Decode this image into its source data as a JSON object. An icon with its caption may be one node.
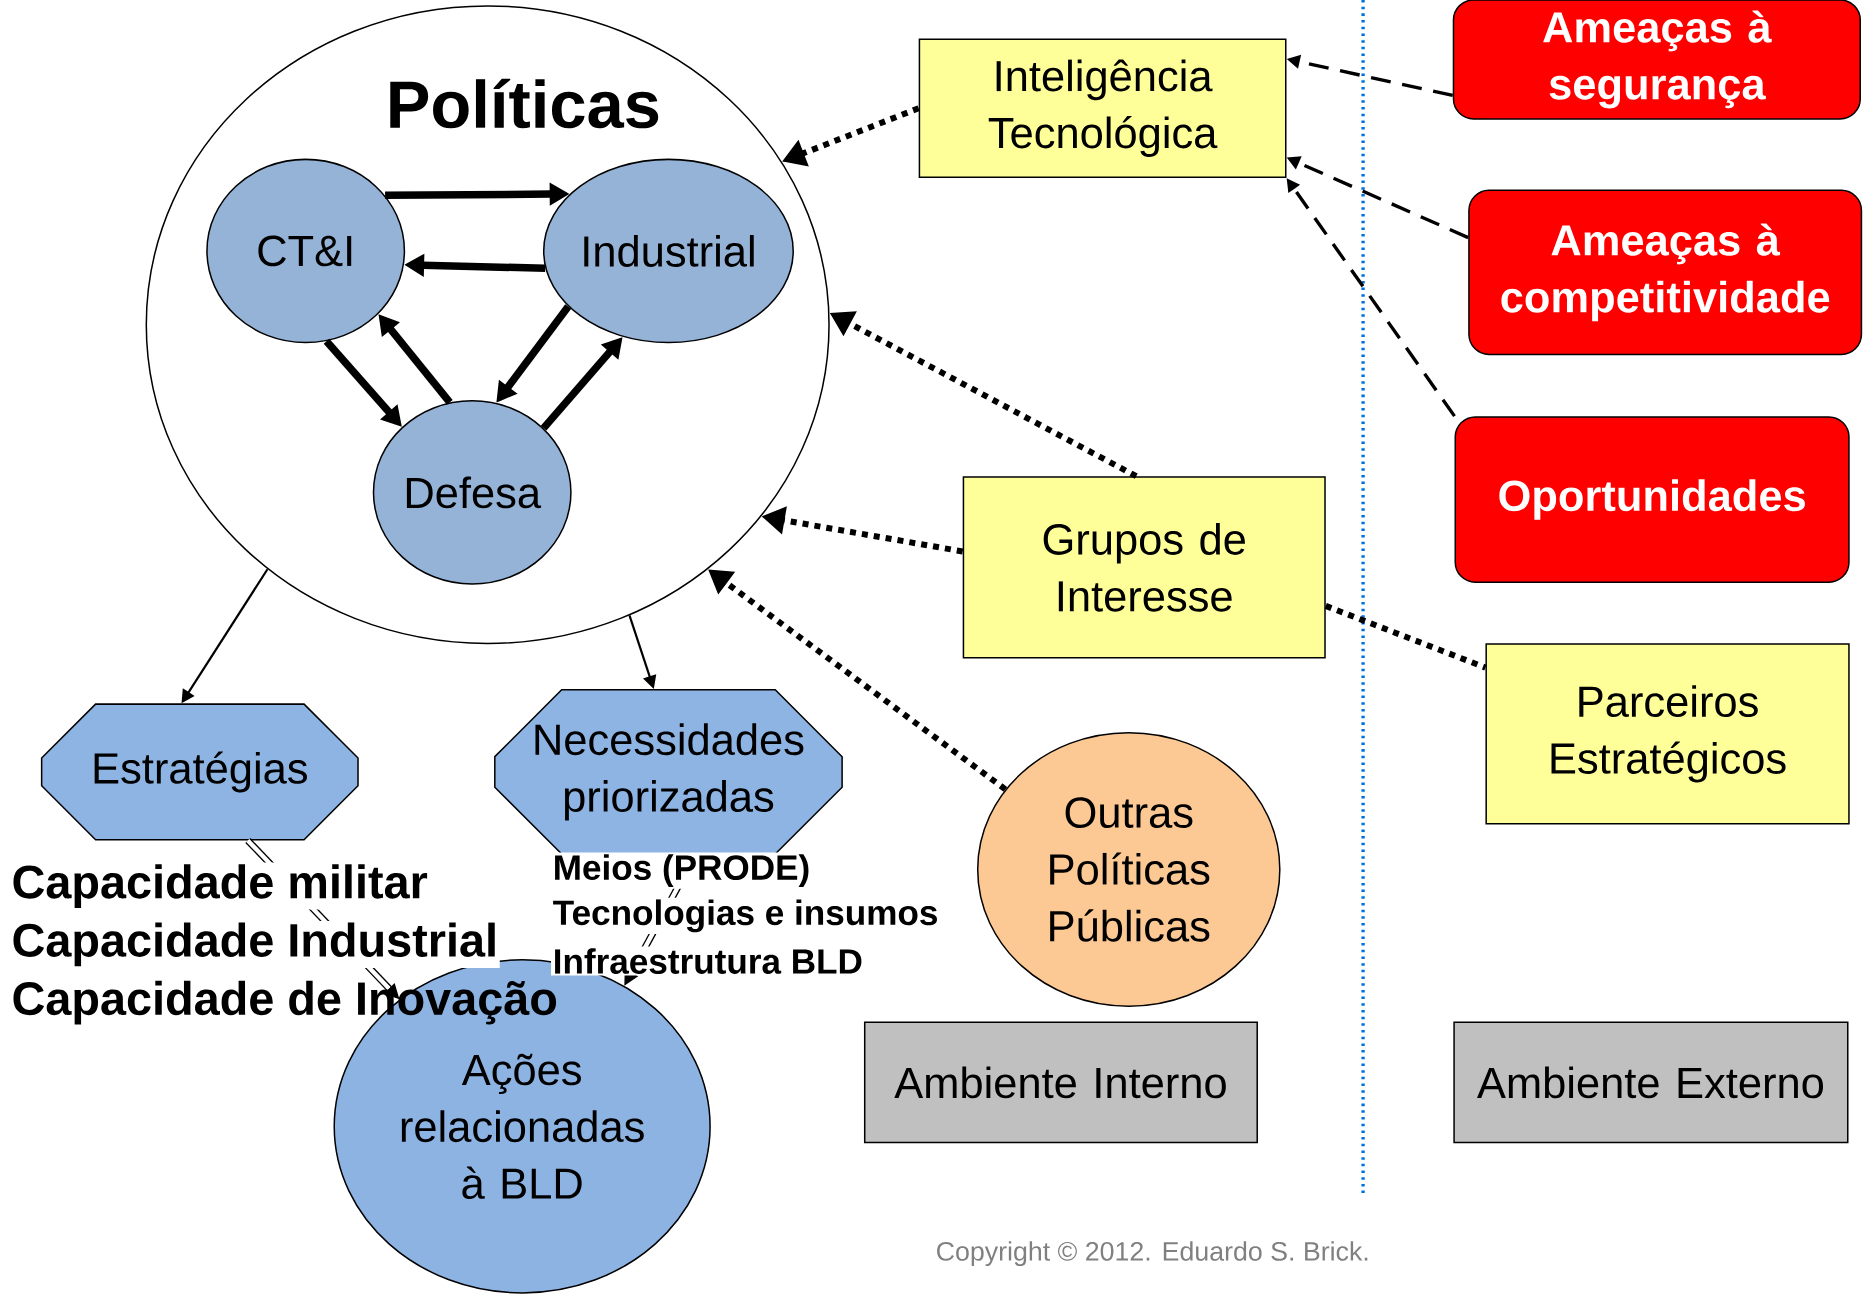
{
  "diagram": {
    "nodes": [
      {
        "text": [
          "Políticas"
        ]
      },
      {
        "text": [
          "CT&I"
        ],
        "in": 0
      },
      {
        "text": [
          "Industrial"
        ],
        "in": 0
      },
      {
        "text": [
          "Defesa"
        ],
        "in": 0
      },
      {
        "text": [
          "Inteligência Tecnológica"
        ]
      },
      {
        "text": [
          "Ameaças à segurança"
        ]
      },
      {
        "text": [
          "Ameaças à competitividade"
        ]
      },
      {
        "text": [
          "Oportunidades"
        ]
      },
      {
        "text": [
          "Grupos de Interesse"
        ]
      },
      {
        "text": [
          "Parceiros Estratégicos"
        ]
      },
      {
        "text": [
          "Outras Políticas Públicas"
        ]
      },
      {
        "text": [
          "Estratégias"
        ]
      },
      {
        "text": [
          "Necessidades priorizadas"
        ]
      },
      {
        "text": [
          "Ações relacionadas à BLD"
        ]
      },
      {
        "text": [
          "Ambiente Interno"
        ]
      },
      {
        "text": [
          "Ambiente Externo"
        ]
      }
    ],
    "edges": [
      {
        "from": 1,
        "to": 2,
        "arrow": "to"
      },
      {
        "from": 2,
        "to": 1,
        "arrow": "to"
      },
      {
        "from": 1,
        "to": 3,
        "arrow": "to"
      },
      {
        "from": 3,
        "to": 1,
        "arrow": "to"
      },
      {
        "from": 2,
        "to": 3,
        "arrow": "to"
      },
      {
        "from": 3,
        "to": 2,
        "arrow": "to"
      },
      {
        "from": 4,
        "to": 0,
        "arrow": "to",
        "style": "dashed"
      },
      {
        "from": 5,
        "to": 4,
        "arrow": "to",
        "style": "dashed"
      },
      {
        "from": 6,
        "to": 4,
        "arrow": "to",
        "style": "dashed"
      },
      {
        "from": 7,
        "to": 4,
        "arrow": "to",
        "style": "dashed"
      },
      {
        "from": 8,
        "to": 0,
        "arrow": "to",
        "style": "dashed"
      },
      {
        "from": 8,
        "to": 0,
        "arrow": "to",
        "style": "dashed"
      },
      {
        "from": 8,
        "to": 9,
        "arrow": "none",
        "style": "dashed"
      },
      {
        "from": 10,
        "to": 0,
        "arrow": "to",
        "style": "dashed"
      },
      {
        "from": 0,
        "to": 11,
        "arrow": "to"
      },
      {
        "from": 0,
        "to": 12,
        "arrow": "to"
      },
      {
        "from": 11,
        "to": 13,
        "arrow": "to"
      },
      {
        "from": 12,
        "to": 13,
        "arrow": "to"
      }
    ],
    "labels": [
      "Capacidade militar",
      "Capacidade Industrial",
      "Capacidade de Inovação",
      "Meios (PRODE)",
      "Tecnologias e insumos",
      "Infraestrutura BLD",
      "Copyright © 2012. Eduardo S. Brick."
    ]
  }
}
